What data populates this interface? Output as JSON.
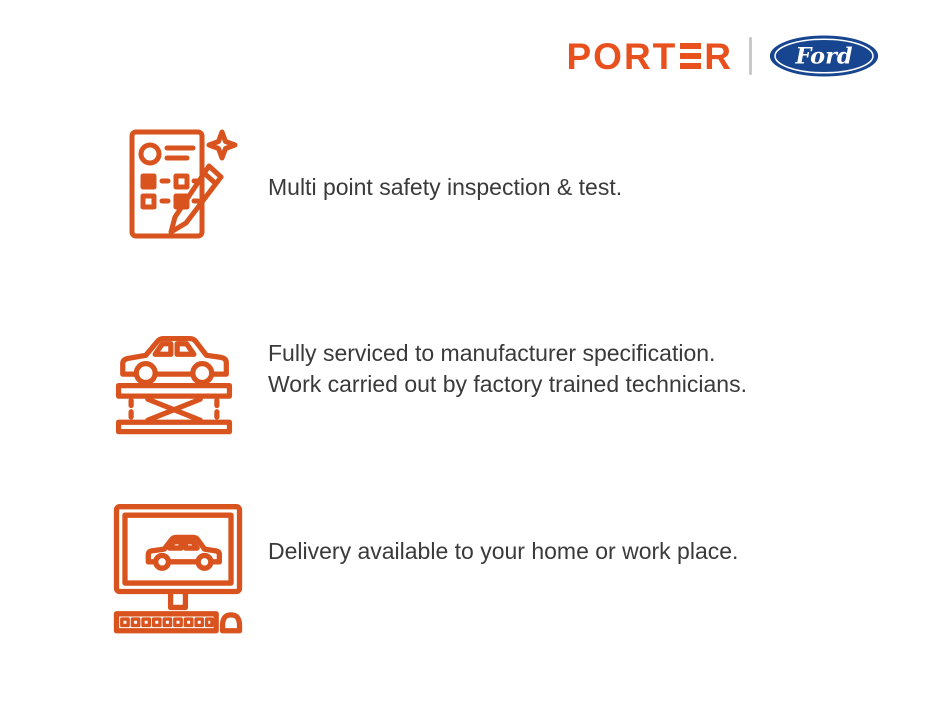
{
  "page": {
    "background_color": "#ffffff",
    "accent_orange": "#D9531E",
    "text_color": "#3a3a3a"
  },
  "header": {
    "brand_full": "PORTER",
    "brand_part1": "PORT",
    "brand_part2": "R",
    "brand_color": "#E8511D",
    "ford_label": "Ford",
    "ford_blue": "#17458F",
    "divider_color": "#c9c9c9"
  },
  "features": [
    {
      "icon": "inspection-checklist-icon",
      "lines": [
        "Multi point safety inspection & test."
      ]
    },
    {
      "icon": "car-on-lift-icon",
      "lines": [
        "Fully serviced to manufacturer specification.",
        "Work carried out by factory trained technicians."
      ]
    },
    {
      "icon": "home-delivery-computer-icon",
      "lines": [
        "Delivery available to your home or work place."
      ]
    }
  ]
}
